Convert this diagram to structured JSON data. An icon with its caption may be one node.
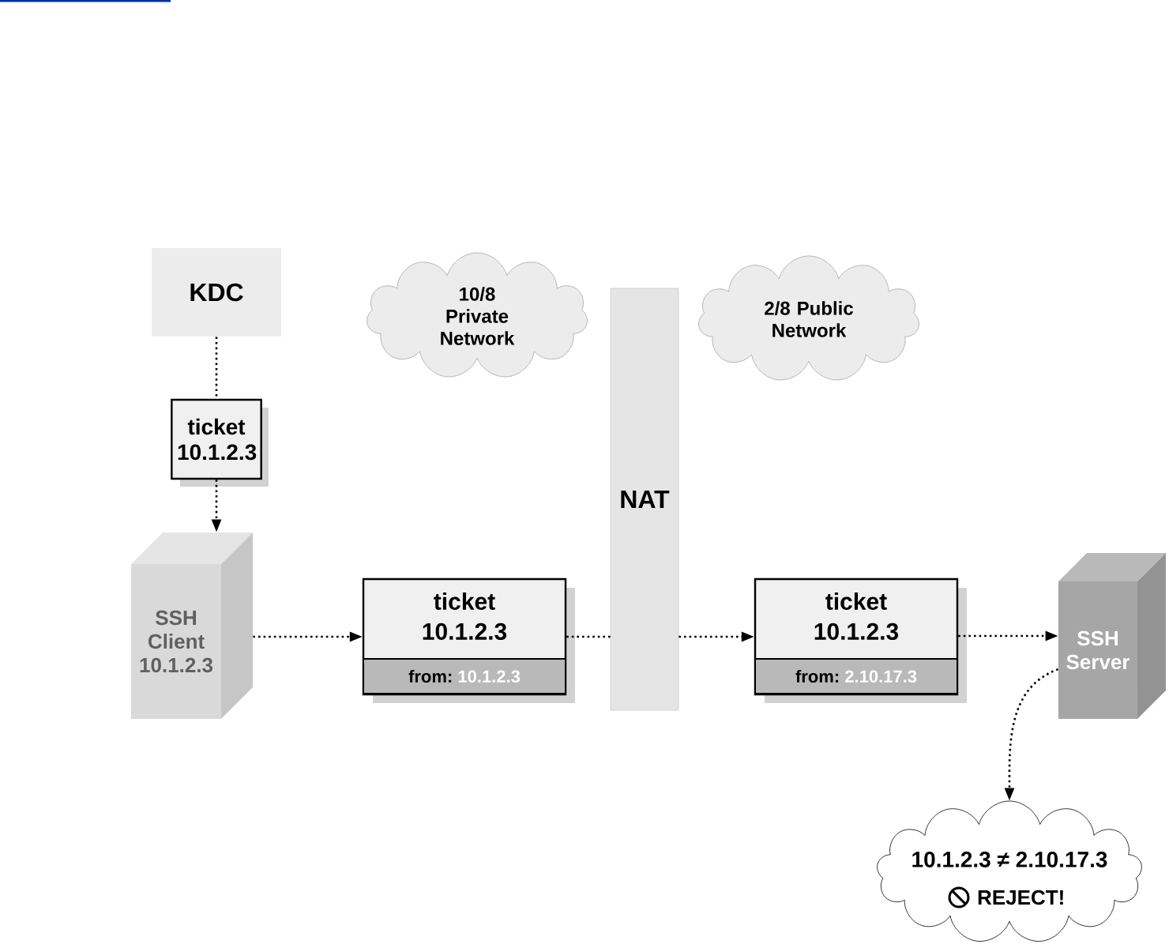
{
  "diagram": {
    "nodes": [
      {
        "text": [
          "KDC"
        ]
      },
      {
        "text": [
          "ticket 10.1.2.3"
        ]
      },
      {
        "text": [
          "SSH Client 10.1.2.3"
        ]
      },
      {
        "text": [
          "10/8 Private Network"
        ]
      },
      {
        "text": [
          "NAT"
        ]
      },
      {
        "text": [
          "ticket 10.1.2.3",
          "from:",
          "10.1.2.3"
        ]
      },
      {
        "text": [
          "2/8 Public Network"
        ]
      },
      {
        "text": [
          "ticket 10.1.2.3",
          "from:",
          "2.10.17.3"
        ]
      },
      {
        "text": [
          "SSH Server"
        ]
      },
      {
        "text": [
          "10.1.2.3 ≠ 2.10.17.3",
          "REJECT!"
        ]
      }
    ],
    "edges": [
      {
        "from": 0,
        "to": 1,
        "arrow": "none"
      },
      {
        "from": 1,
        "to": 2,
        "arrow": "to"
      },
      {
        "from": 2,
        "to": 5,
        "arrow": "to"
      },
      {
        "from": 5,
        "to": 4,
        "arrow": "none"
      },
      {
        "from": 4,
        "to": 7,
        "arrow": "to"
      },
      {
        "from": 7,
        "to": 8,
        "arrow": "to"
      },
      {
        "from": 8,
        "to": 9,
        "arrow": "to"
      }
    ]
  }
}
